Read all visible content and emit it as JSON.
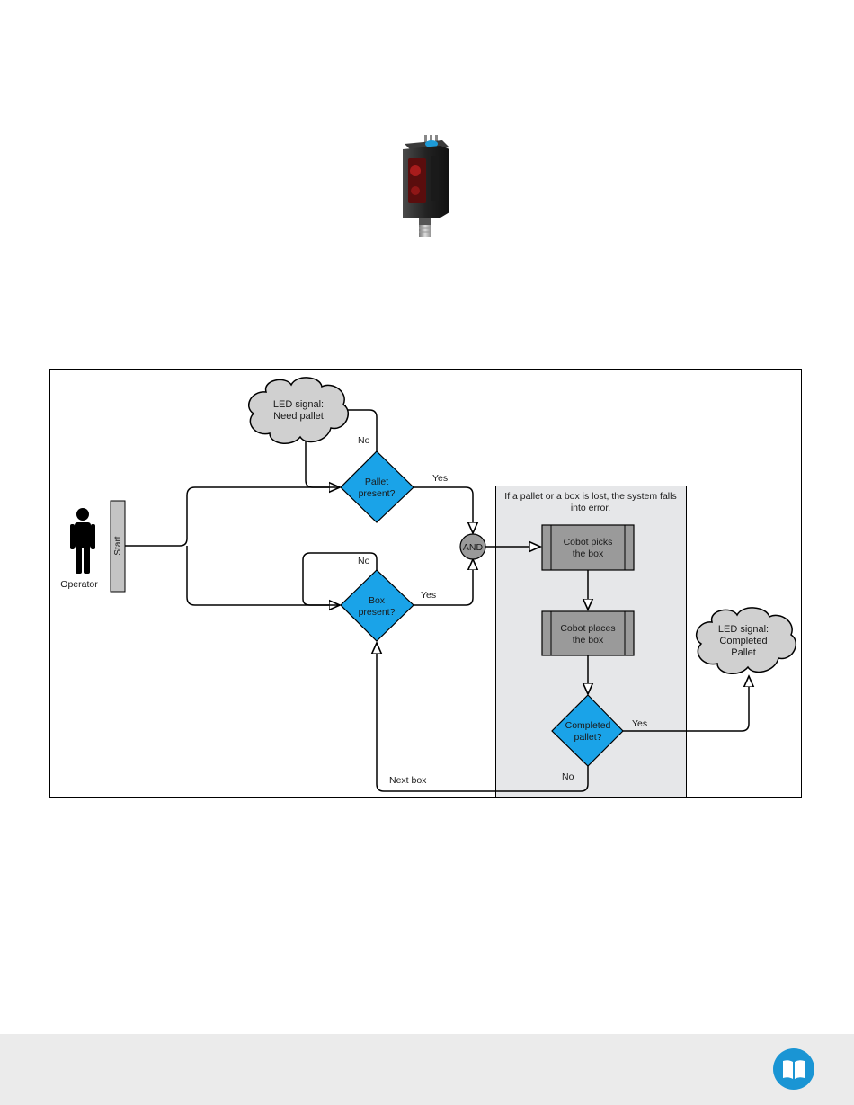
{
  "diagram": {
    "cloud_need_pallet": [
      "LED signal:",
      "Need pallet"
    ],
    "cloud_completed": [
      "LED signal:",
      "Completed",
      "Pallet"
    ],
    "decision_pallet": [
      "Pallet",
      "present?"
    ],
    "decision_box": [
      "Box",
      "present?"
    ],
    "decision_completed": [
      "Completed",
      "pallet?"
    ],
    "process_picks": [
      "Cobot picks",
      "the box"
    ],
    "process_places": [
      "Cobot places",
      "the box"
    ],
    "and_label": "AND",
    "start_label": "Start",
    "operator_label": "Operator",
    "error_note": [
      "If a pallet or a box is lost, the system falls",
      "into error."
    ],
    "edge_no": "No",
    "edge_yes": "Yes",
    "edge_next_box": "Next box"
  },
  "colors": {
    "decision_fill": "#1aa3e8",
    "process_fill": "#9a9a9a",
    "cloud_fill": "#d0d0d0",
    "zone_fill": "#e6e7e9",
    "footer_bg": "#ebebeb",
    "logo_blue": "#1a95d4"
  },
  "icons": {
    "sensor": "photoelectric-sensor-image",
    "operator": "person-icon",
    "logo": "book-icon"
  }
}
